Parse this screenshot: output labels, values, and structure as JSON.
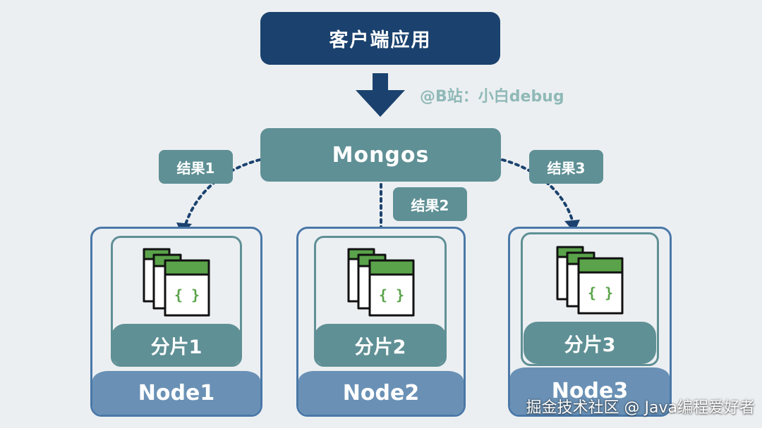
{
  "client": {
    "label": "客户端应用"
  },
  "watermark_top": "@B站：小白debug",
  "mongos": {
    "label": "Mongos"
  },
  "results": [
    {
      "label": "结果1"
    },
    {
      "label": "结果2"
    },
    {
      "label": "结果3"
    }
  ],
  "nodes": [
    {
      "name": "Node1",
      "shard": "分片1"
    },
    {
      "name": "Node2",
      "shard": "分片2"
    },
    {
      "name": "Node3",
      "shard": "分片3"
    }
  ],
  "watermark_bottom": "掘金技术社区 @ Java编程爱好者",
  "colors": {
    "client": "#1b426e",
    "mongos": "#5f9095",
    "node_border": "#4a78a8",
    "node_band": "#6a91b5",
    "doc_green": "#5aa34a",
    "arrow": "#1b426e"
  },
  "icons": {
    "down_arrow": "down-arrow-icon",
    "documents": "json-documents-icon"
  }
}
